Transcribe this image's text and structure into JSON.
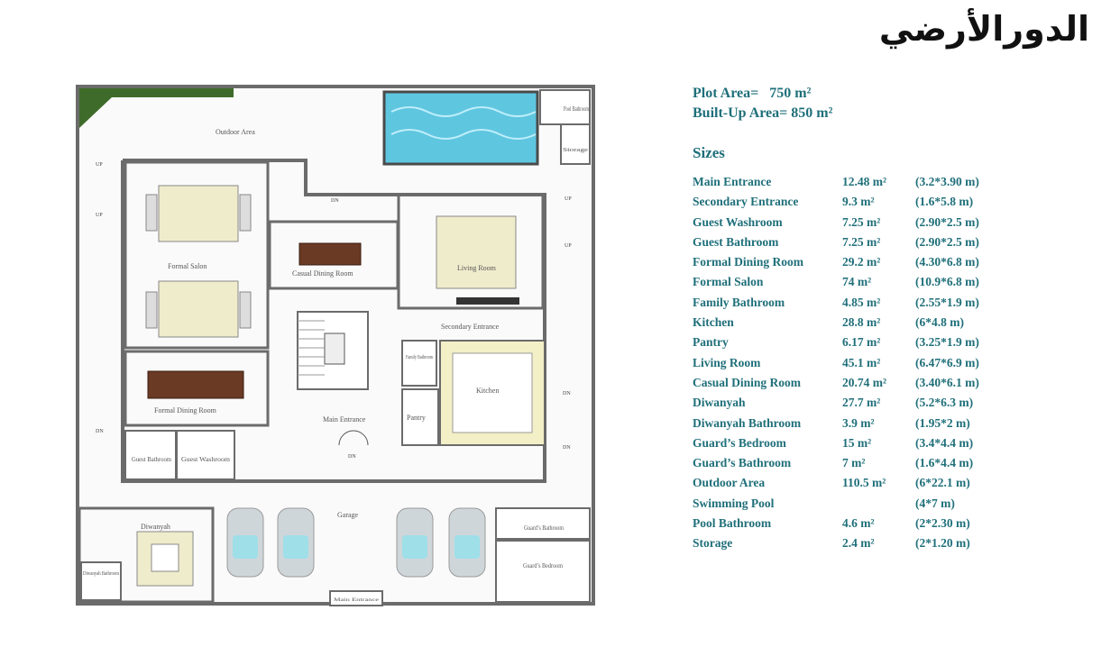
{
  "title": "الدورالأرضي",
  "plot_area": {
    "label": "Plot Area=",
    "value": "750 m²"
  },
  "built_up_area": {
    "label": "Built-Up Area=",
    "value": "850 m²"
  },
  "sizes_heading": "Sizes",
  "sizes": [
    {
      "room": "Main Entrance",
      "area": "12.48 m²",
      "dims": "(3.2*3.90 m)"
    },
    {
      "room": "Secondary Entrance",
      "area": "9.3 m²",
      "dims": "(1.6*5.8 m)"
    },
    {
      "room": "Guest Washroom",
      "area": "7.25 m²",
      "dims": "(2.90*2.5 m)"
    },
    {
      "room": "Guest Bathroom",
      "area": "7.25 m²",
      "dims": "(2.90*2.5 m)"
    },
    {
      "room": "Formal Dining Room",
      "area": "29.2 m²",
      "dims": "(4.30*6.8 m)"
    },
    {
      "room": "Formal Salon",
      "area": "74 m²",
      "dims": "(10.9*6.8 m)"
    },
    {
      "room": "Family Bathroom",
      "area": "4.85 m²",
      "dims": "(2.55*1.9 m)"
    },
    {
      "room": "Kitchen",
      "area": "28.8 m²",
      "dims": "(6*4.8 m)"
    },
    {
      "room": "Pantry",
      "area": "6.17 m²",
      "dims": "(3.25*1.9 m)"
    },
    {
      "room": "Living Room",
      "area": "45.1 m²",
      "dims": "(6.47*6.9 m)"
    },
    {
      "room": "Casual Dining Room",
      "area": "20.74 m²",
      "dims": "(3.40*6.1 m)"
    },
    {
      "room": "Diwanyah",
      "area": "27.7 m²",
      "dims": "(5.2*6.3 m)"
    },
    {
      "room": "Diwanyah Bathroom",
      "area": "3.9 m²",
      "dims": "(1.95*2 m)"
    },
    {
      "room": "Guard’s Bedroom",
      "area": "15 m²",
      "dims": "(3.4*4.4 m)"
    },
    {
      "room": "Guard’s Bathroom",
      "area": "7 m²",
      "dims": "(1.6*4.4 m)"
    },
    {
      "room": "Outdoor Area",
      "area": "110.5 m²",
      "dims": "(6*22.1 m)"
    },
    {
      "room": "Swimming Pool",
      "area": "",
      "dims": "(4*7 m)"
    },
    {
      "room": "Pool Bathroom",
      "area": "4.6 m²",
      "dims": "(2*2.30 m)"
    },
    {
      "room": "Storage",
      "area": "2.4 m²",
      "dims": "(2*1.20 m)"
    }
  ],
  "plan_labels": {
    "outdoor_area": "Outdoor Area",
    "pool_bathroom": "Pool Bathroom",
    "storage": "Storage",
    "formal_salon": "Formal Salon",
    "casual_dining_room": "Casual Dining Room",
    "living_room": "Living Room",
    "secondary_entrance": "Secondary Entrance",
    "family_bathroom": "Family Bathroom",
    "kitchen": "Kitchen",
    "pantry": "Pantry",
    "formal_dining_room": "Formal Dining Room",
    "main_entrance": "Main Entrance",
    "guest_bathroom": "Guest Bathroom",
    "guest_washroom": "Guest Washroom",
    "garage": "Garage",
    "diwanyah": "Diwanyah",
    "diwanyah_bathroom": "Diwanyah Bathroom",
    "guards_bathroom": "Guard’s Bathroom",
    "guards_bedroom": "Guard’s Bedroom",
    "main_entrance_gate": "Main Entrance",
    "up_marker": "UP",
    "dn_marker": "DN"
  },
  "colors": {
    "accent_text": "#1f6f7a",
    "wall": "#6b6b6b",
    "pool": "#5fc6e0",
    "furniture": "#efeccc",
    "table_wood": "#6a3a25",
    "kitchen_floor": "#f3efc6",
    "greenery": "#3f6b2a"
  }
}
